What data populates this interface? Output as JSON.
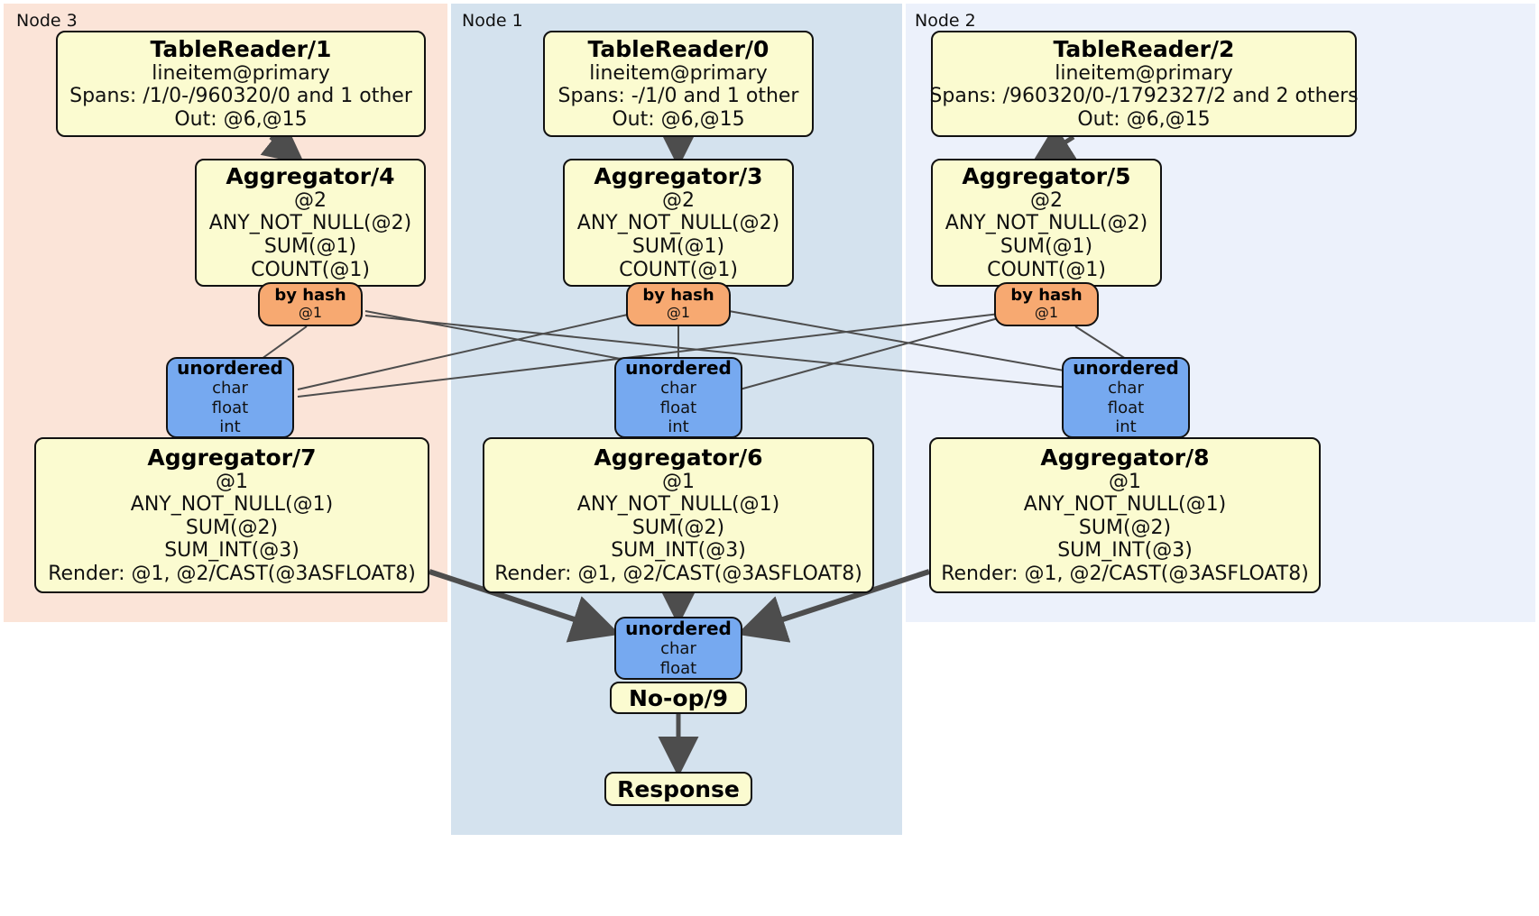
{
  "diagram": {
    "type": "distributed-query-plan",
    "title": "",
    "colors": {
      "node3_panel": "#fbe4d8",
      "node1_panel": "#d4e2ee",
      "node2_panel": "#ecf1fb",
      "processor_fill": "#fbfbd0",
      "router_fill": "#f7a971",
      "synchronizer_fill": "#76a9f0",
      "edge_thin": "#4d4d4d",
      "edge_thick": "#4d4d4d",
      "border": "#111111"
    }
  },
  "panels": [
    {
      "id": "node3",
      "label": "Node 3"
    },
    {
      "id": "node1",
      "label": "Node 1"
    },
    {
      "id": "node2",
      "label": "Node 2"
    }
  ],
  "nodes": {
    "table_reader_1": {
      "title": "TableReader/1",
      "lines": [
        "lineitem@primary",
        "Spans: /1/0-/960320/0 and 1 other",
        "Out: @6,@15"
      ]
    },
    "table_reader_0": {
      "title": "TableReader/0",
      "lines": [
        "lineitem@primary",
        "Spans: -/1/0 and 1 other",
        "Out: @6,@15"
      ]
    },
    "table_reader_2": {
      "title": "TableReader/2",
      "lines": [
        "lineitem@primary",
        "Spans: /960320/0-/1792327/2 and 2 others",
        "Out: @6,@15"
      ]
    },
    "aggregator_4": {
      "title": "Aggregator/4",
      "lines": [
        "@2",
        "ANY_NOT_NULL(@2)",
        "SUM(@1)",
        "COUNT(@1)"
      ]
    },
    "aggregator_3": {
      "title": "Aggregator/3",
      "lines": [
        "@2",
        "ANY_NOT_NULL(@2)",
        "SUM(@1)",
        "COUNT(@1)"
      ]
    },
    "aggregator_5": {
      "title": "Aggregator/5",
      "lines": [
        "@2",
        "ANY_NOT_NULL(@2)",
        "SUM(@1)",
        "COUNT(@1)"
      ]
    },
    "router_4": {
      "title": "by hash",
      "lines": [
        "@1"
      ]
    },
    "router_3": {
      "title": "by hash",
      "lines": [
        "@1"
      ]
    },
    "router_5": {
      "title": "by hash",
      "lines": [
        "@1"
      ]
    },
    "sync_left": {
      "title": "unordered",
      "lines": [
        "char",
        "float",
        "int"
      ]
    },
    "sync_center": {
      "title": "unordered",
      "lines": [
        "char",
        "float",
        "int"
      ]
    },
    "sync_right": {
      "title": "unordered",
      "lines": [
        "char",
        "float",
        "int"
      ]
    },
    "aggregator_7": {
      "title": "Aggregator/7",
      "lines": [
        "@1",
        "ANY_NOT_NULL(@1)",
        "SUM(@2)",
        "SUM_INT(@3)",
        "Render: @1, @2/CAST(@3ASFLOAT8)"
      ]
    },
    "aggregator_6": {
      "title": "Aggregator/6",
      "lines": [
        "@1",
        "ANY_NOT_NULL(@1)",
        "SUM(@2)",
        "SUM_INT(@3)",
        "Render: @1, @2/CAST(@3ASFLOAT8)"
      ]
    },
    "aggregator_8": {
      "title": "Aggregator/8",
      "lines": [
        "@1",
        "ANY_NOT_NULL(@1)",
        "SUM(@2)",
        "SUM_INT(@3)",
        "Render: @1, @2/CAST(@3ASFLOAT8)"
      ]
    },
    "sync_final": {
      "title": "unordered",
      "lines": [
        "char",
        "float"
      ]
    },
    "noop_9": {
      "title": "No-op/9"
    },
    "response": {
      "title": "Response"
    }
  }
}
